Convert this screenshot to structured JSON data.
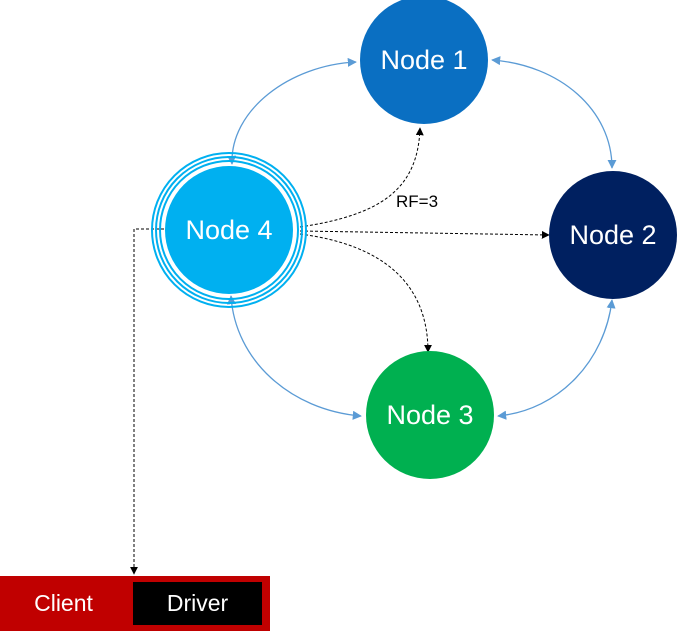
{
  "nodes": {
    "node1": {
      "label": "Node 1",
      "color": "#0a6fc2"
    },
    "node2": {
      "label": "Node 2",
      "color": "#002060"
    },
    "node3": {
      "label": "Node 3",
      "color": "#00b050"
    },
    "node4": {
      "label": "Node 4",
      "color": "#00b0f0"
    }
  },
  "replication": {
    "label": "RF=3"
  },
  "client_bar": {
    "client_label": "Client",
    "driver_label": "Driver",
    "bar_color": "#c00000",
    "driver_color": "#000000"
  },
  "ring_link_color": "#5b9bd5",
  "replica_link_color": "#000000"
}
